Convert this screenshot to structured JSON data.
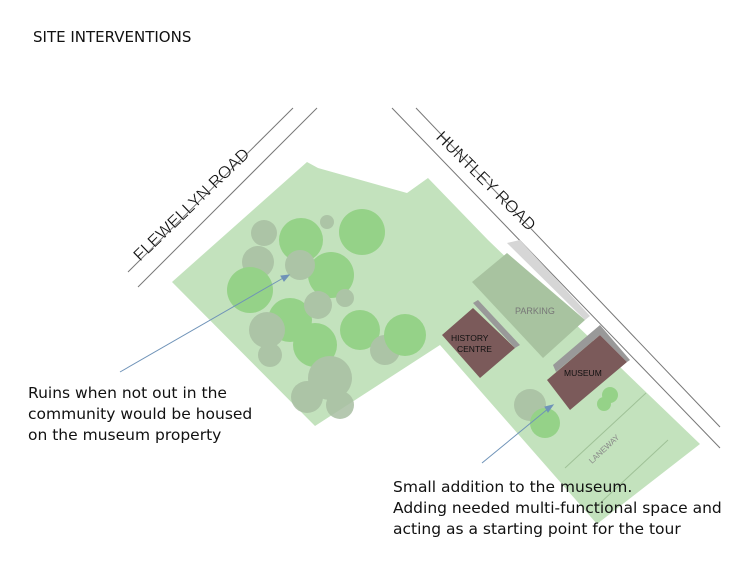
{
  "title": "SITE INTERVENTIONS",
  "roads": {
    "flewellyn": "FLEWELLYN ROAD",
    "huntley": "HUNTLEY ROAD"
  },
  "labels": {
    "parking": "PARKING",
    "history_centre_1": "HISTORY",
    "history_centre_2": "CENTRE",
    "museum": "MUSEUM",
    "laneway": "LANEWAY"
  },
  "notes": {
    "ruins": [
      "Ruins when not out in the",
      "community would be housed",
      "on the museum property"
    ],
    "addition": [
      "Small addition to the museum.",
      "Adding needed multi-functional space and",
      "acting as a starting point for the tour"
    ]
  },
  "colors": {
    "site": "#c3e2bd",
    "tree": "#8ed07f",
    "tree_grey": "#a9bfa3",
    "building": "#7b5a5a",
    "parking": "#a8c3a0",
    "arrow": "#6f93b8"
  }
}
